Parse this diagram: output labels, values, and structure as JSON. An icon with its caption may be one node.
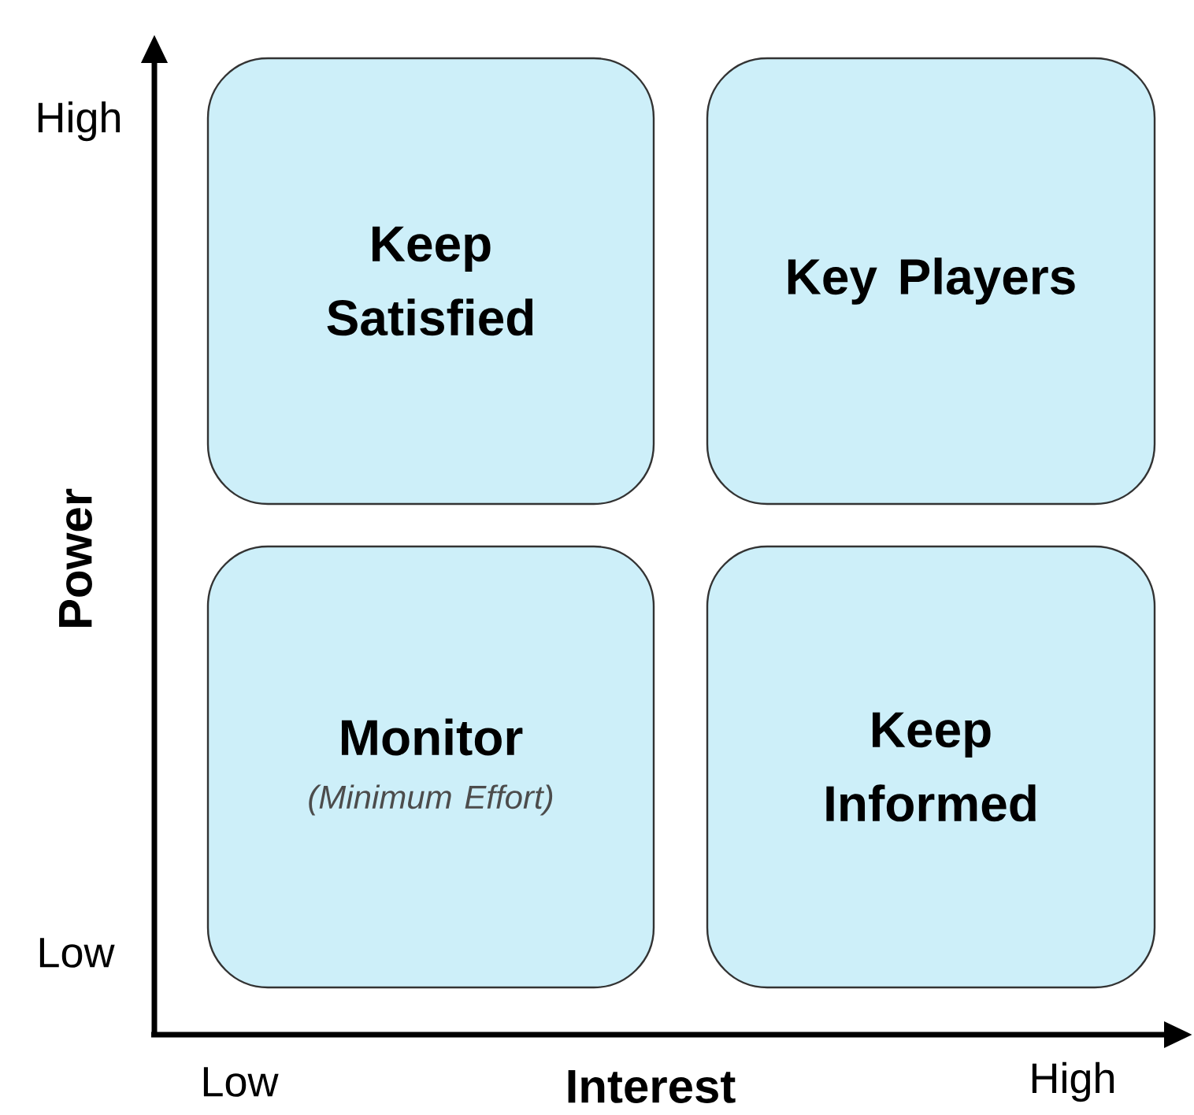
{
  "diagram": {
    "nodes": [
      {
        "text": [
          "Keep Satisfied"
        ]
      },
      {
        "text": [
          "Key Players"
        ]
      },
      {
        "text": [
          "Monitor",
          "(Minimum Effort)"
        ]
      },
      {
        "text": [
          "Keep Informed"
        ]
      }
    ],
    "labels": [
      "High",
      "Power",
      "Low",
      "Low",
      "Interest",
      "High"
    ]
  }
}
